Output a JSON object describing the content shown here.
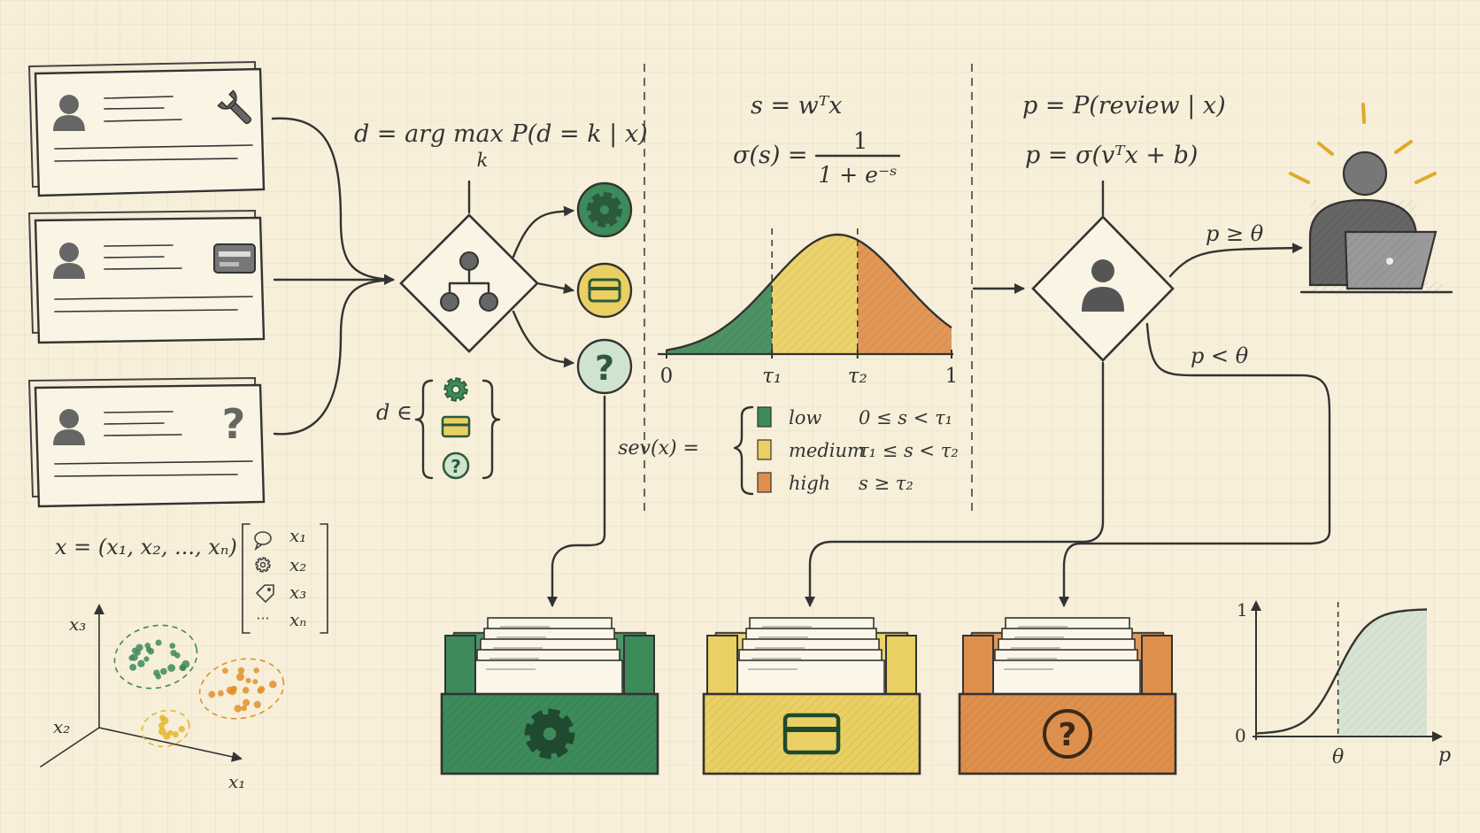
{
  "colors": {
    "background": "#f7efd9",
    "grid": "#e6dcc2",
    "ink": "#333333",
    "green": "#3d8a5a",
    "green_light": "#cfe3cf",
    "yellow": "#ead062",
    "yellow_light": "#f6e6a0",
    "orange": "#df8f4c",
    "human_glow": "#e0a92a"
  },
  "tickets": [
    {
      "icon": "wrench-icon"
    },
    {
      "icon": "credit-card-icon"
    },
    {
      "icon": "question-mark-icon"
    }
  ],
  "features": {
    "vector": "x = (x₁, x₂, ..., xₙ)",
    "items": [
      {
        "icon": "speech-bubble-icon",
        "label": "x₁"
      },
      {
        "icon": "gear-icon",
        "label": "x₂"
      },
      {
        "icon": "tag-icon",
        "label": "x₃"
      },
      {
        "icon": "ellipsis",
        "label": "xₙ"
      }
    ],
    "ellipsis_text": "···",
    "axis_labels": {
      "x1": "x₁",
      "x2": "x₂",
      "x3": "x₃"
    },
    "clusters": [
      {
        "color": "#3d8a5a"
      },
      {
        "color": "#e0902d"
      },
      {
        "color": "#e6b62a"
      }
    ]
  },
  "routing": {
    "formula_main": "d = arg max P(d = k | x)",
    "formula_sub": "k",
    "domain_prefix": "d ∈",
    "departments": [
      {
        "icon": "gear-icon",
        "color": "#3d8a5a"
      },
      {
        "icon": "credit-card-icon",
        "color": "#ead062"
      },
      {
        "icon": "question-mark-icon",
        "color": "#cfe3cf"
      }
    ]
  },
  "severity": {
    "formula_1": "s = wᵀx",
    "formula_2_left": "σ(s) =",
    "formula_2_num": "1",
    "formula_2_den": "1 + e⁻ˢ",
    "axis_ticks": [
      "0",
      "τ₁",
      "τ₂",
      "1"
    ],
    "thresholds": [
      0.37,
      0.67
    ],
    "label": "sev(x) =",
    "levels": [
      {
        "name": "low",
        "condition": "0 ≤ s < τ₁",
        "color": "#3d8a5a"
      },
      {
        "name": "medium",
        "condition": "τ₁ ≤ s < τ₂",
        "color": "#ead062"
      },
      {
        "name": "high",
        "condition": "s ≥ τ₂",
        "color": "#df8f4c"
      }
    ]
  },
  "review": {
    "formula_1": "p = P(review | x)",
    "formula_2": "p = σ(vᵀx + b)",
    "branch_yes": "p ≥ θ",
    "branch_no": "p < θ",
    "curve_axis": {
      "y_top": "1",
      "y_bottom": "0",
      "x_mark": "θ",
      "x_label": "p"
    },
    "theta": 0.48
  },
  "queues": [
    {
      "icon": "gear-icon",
      "color": "#3d8a5a"
    },
    {
      "icon": "credit-card-icon",
      "color": "#ead062"
    },
    {
      "icon": "question-mark-icon",
      "color": "#df8f4c"
    }
  ]
}
